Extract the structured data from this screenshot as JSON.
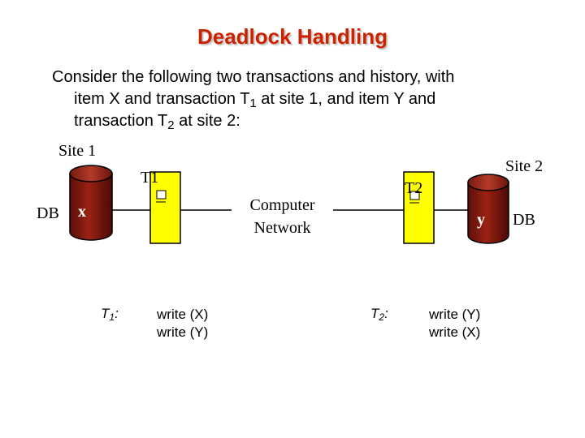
{
  "title": "Deadlock Handling",
  "intro": {
    "line1": "Consider the following two transactions and history, with",
    "line2_pre": "item X and transaction T",
    "line2_sub": "1",
    "line2_post": " at site 1, and item Y and",
    "line3_pre": "transaction T",
    "line3_sub": "2",
    "line3_post": " at site 2:"
  },
  "diagram": {
    "site1_label": "Site 1",
    "site2_label": "Site 2",
    "db_left_label": "DB",
    "db_right_label": "DB",
    "item_x": "x",
    "item_y": "y",
    "t1_label": "T1",
    "t2_label": "T2",
    "network_line1": "Computer",
    "network_line2": "Network",
    "colors": {
      "db_cylinder": "#8b1a10",
      "cylinder_top": "#a03020",
      "stand": "#ffff00",
      "title": "#cc2200"
    }
  },
  "transactions": {
    "t1": {
      "name_main": "T",
      "name_sub": "1",
      "name_suffix": ":",
      "ops": [
        "write (X)",
        "write (Y)"
      ]
    },
    "t2": {
      "name_main": "T",
      "name_sub": "2",
      "name_suffix": ":",
      "ops": [
        "write (Y)",
        "write (X)"
      ]
    }
  }
}
